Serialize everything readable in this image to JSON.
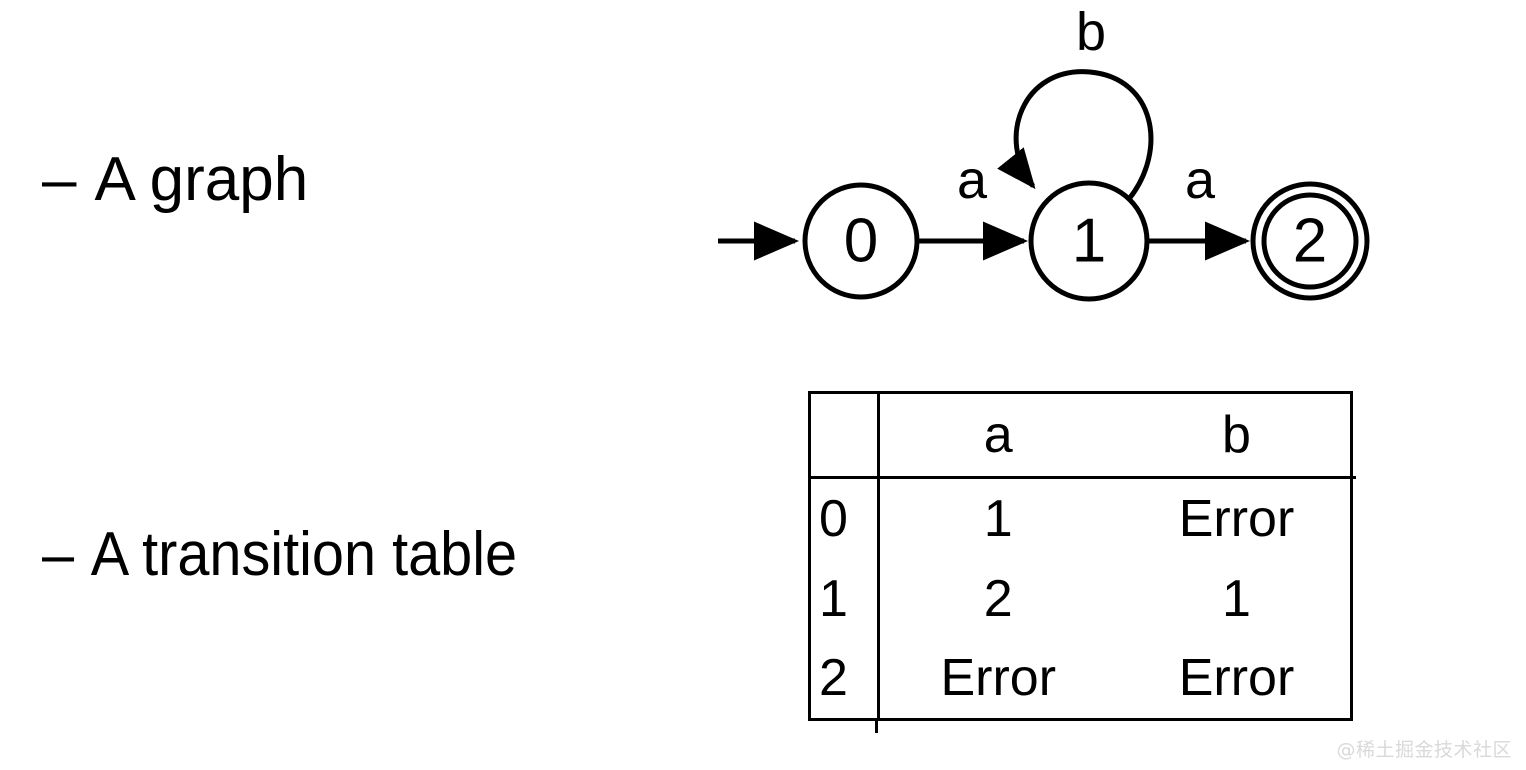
{
  "slide": {
    "background_color": "#ffffff",
    "ink_color": "#000000",
    "bullets": [
      {
        "dash": "–",
        "text": "A graph"
      },
      {
        "dash": "–",
        "text": "A transition table"
      }
    ]
  },
  "automaton": {
    "type": "finite-state-machine",
    "start_state": "0",
    "accepting_states": [
      "2"
    ],
    "states": [
      {
        "id": "0",
        "label": "0",
        "accepting": false
      },
      {
        "id": "1",
        "label": "1",
        "accepting": false
      },
      {
        "id": "2",
        "label": "2",
        "accepting": true
      }
    ],
    "transitions": [
      {
        "from": "0",
        "to": "1",
        "label": "a",
        "kind": "edge"
      },
      {
        "from": "1",
        "to": "1",
        "label": "b",
        "kind": "self-loop"
      },
      {
        "from": "1",
        "to": "2",
        "label": "a",
        "kind": "edge"
      }
    ],
    "start_arrow_label": ""
  },
  "chart_data": {
    "type": "table",
    "title": "Transition table",
    "corner_label": "",
    "columns": [
      "",
      "a",
      "b"
    ],
    "categories": [
      "0",
      "1",
      "2"
    ],
    "rows": [
      {
        "state": "0",
        "a": "1",
        "b": "Error"
      },
      {
        "state": "1",
        "a": "2",
        "b": "1"
      },
      {
        "state": "2",
        "a": "Error",
        "b": "Error"
      }
    ]
  },
  "table": {
    "header": {
      "corner": "",
      "col_a": "a",
      "col_b": "b"
    },
    "rows": [
      {
        "state": "0",
        "a": "1",
        "b": "Error"
      },
      {
        "state": "1",
        "a": "2",
        "b": "1"
      },
      {
        "state": "2",
        "a": "Error",
        "b": "Error"
      }
    ]
  },
  "watermark": {
    "text": "@稀土掘金技术社区",
    "color": "#d9d9d9"
  }
}
